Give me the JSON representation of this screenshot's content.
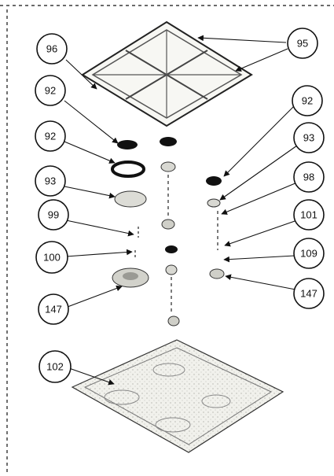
{
  "callouts": {
    "c95": "95",
    "c96": "96",
    "c92a": "92",
    "c92b": "92",
    "c92c": "92",
    "c93a": "93",
    "c93b": "93",
    "c98": "98",
    "c99": "99",
    "c101": "101",
    "c100": "100",
    "c109": "109",
    "c147a": "147",
    "c147b": "147",
    "c102": "102"
  }
}
